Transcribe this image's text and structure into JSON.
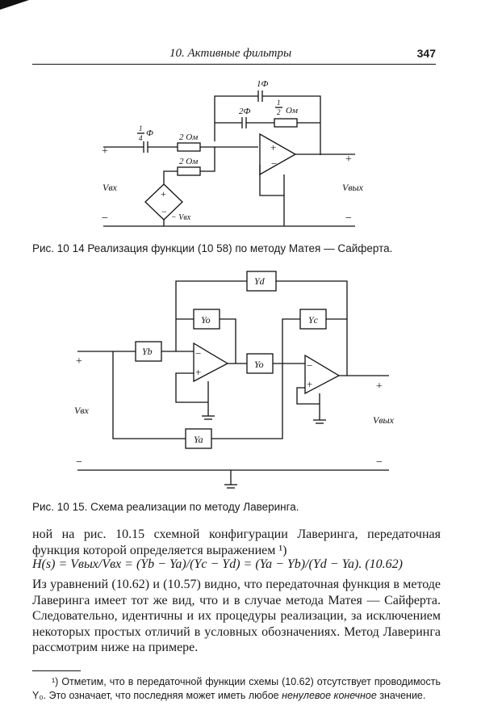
{
  "running_head": {
    "title": "10. Активные фильтры",
    "page_number": "347"
  },
  "figure_1014": {
    "labels": {
      "cap_1f": "1Ф",
      "cap_2f": "2Ф",
      "res_half_num": "1",
      "res_half_den": "2",
      "res_half_unit": "Ом",
      "cap_quarter_num": "1",
      "cap_quarter_den": "4",
      "cap_quarter_unit": "Ф",
      "res_2om_top": "2 Ом",
      "res_2om_bottom": "2 Ом",
      "plus_in": "+",
      "minus_in": "−",
      "plus_out": "+",
      "minus_out": "−",
      "v_in": "Vвх",
      "v_out": "Vвых",
      "src_label": "− Vвх",
      "opamp_minus": "−",
      "opamp_plus": "+"
    },
    "caption": "Рис. 10 14 Реализация функции (10 58) по методу Матея — Сайферта."
  },
  "figure_1015": {
    "labels": {
      "yd": "Yd",
      "yo_1": "Yo",
      "yc": "Yc",
      "yb": "Yb",
      "yo_2": "Yo",
      "ya": "Ya",
      "plus_in": "+",
      "minus_in": "−",
      "plus_out": "+",
      "minus_out": "−",
      "v_in": "Vвх",
      "v_out": "Vвых",
      "op1_minus": "−",
      "op1_plus": "+",
      "op2_minus": "−",
      "op2_plus": "+"
    },
    "caption": "Рис. 10 15. Схема реализации по методу Лаверинга."
  },
  "body": {
    "para1": "ной на рис. 10.15 схемной конфигурации Лаверинга, передаточная функция которой определяется выражением ¹)",
    "equation": "H(s) = Vвых/Vвх = (Yb − Ya)/(Yc − Yd) = (Ya − Yb)/(Yd − Ya). (10.62)",
    "para2": "Из уравнений (10.62) и (10.57) видно, что передаточная функция в методе Лаверинга имеет тот же вид, что и в случае метода Матея — Сайферта. Следовательно, идентичны и их процедуры реализации, за исключением некоторых простых отличий в условных обозначениях. Метод Лаверинга рассмотрим ниже на примере."
  },
  "footnote": {
    "text_a": "¹) Отметим, что в передаточной функции схемы (10.62) отсутствует проводимость Y₀. Это означает, что последняя может иметь любое",
    "text_italic": "ненулевое конечное",
    "text_b": "значение."
  }
}
